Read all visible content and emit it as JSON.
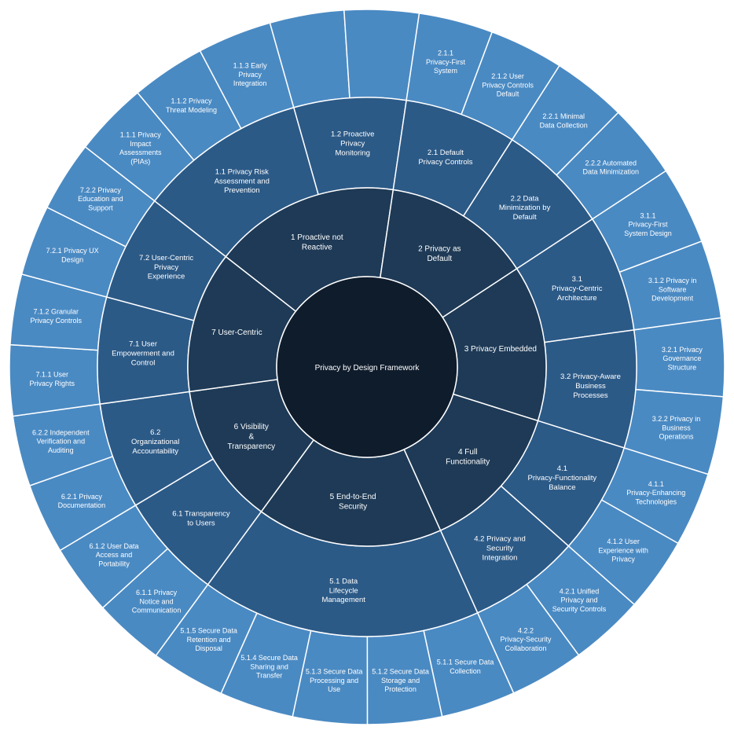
{
  "colors": {
    "center": "#0f1c2c",
    "ring1": "#1e3a56",
    "ring2": "#2c5a87",
    "ring3": "#4a8ac3",
    "stroke": "#ffffff",
    "text": "#ffffff"
  },
  "center": {
    "label": "Privacy by Design Framework"
  },
  "principles": [
    {
      "label": "1 Proactive not Reactive",
      "children": [
        {
          "label": "1.1 Privacy Risk Assessment and Prevention",
          "children": [
            {
              "label": "1.1.1 Privacy Impact Assessments (PIAs)"
            },
            {
              "label": "1.1.2 Privacy Threat Modeling"
            },
            {
              "label": "1.1.3 Early Privacy Integration"
            }
          ]
        },
        {
          "label": "1.2 Proactive Privacy Monitoring",
          "children": [
            {
              "label": ""
            },
            {
              "label": ""
            }
          ]
        }
      ]
    },
    {
      "label": "2 Privacy as Default",
      "children": [
        {
          "label": "2.1 Default Privacy Controls",
          "children": [
            {
              "label": "2.1.1 Privacy-First System"
            },
            {
              "label": "2.1.2 User Privacy Controls Default"
            }
          ]
        },
        {
          "label": "2.2 Data Minimization by Default",
          "children": [
            {
              "label": "2.2.1 Minimal Data Collection"
            },
            {
              "label": "2.2.2 Automated Data Minimization"
            }
          ]
        }
      ]
    },
    {
      "label": "3 Privacy Embedded",
      "children": [
        {
          "label": "3.1 Privacy-Centric Architecture",
          "children": [
            {
              "label": "3.1.1 Privacy-First System Design"
            },
            {
              "label": "3.1.2 Privacy in Software Development"
            }
          ]
        },
        {
          "label": "3.2 Privacy-Aware Business Processes",
          "children": [
            {
              "label": "3.2.1 Privacy Governance Structure"
            },
            {
              "label": "3.2.2 Privacy in Business Operations"
            }
          ]
        }
      ]
    },
    {
      "label": "4 Full Functionality",
      "children": [
        {
          "label": "4.1 Privacy-Functionality Balance",
          "children": [
            {
              "label": "4.1.1 Privacy-Enhancing Technologies"
            },
            {
              "label": "4.1.2 User Experience with Privacy"
            }
          ]
        },
        {
          "label": "4.2 Privacy and Security Integration",
          "children": [
            {
              "label": "4.2.1 Unified Privacy and Security Controls"
            },
            {
              "label": "4.2.2 Privacy-Security Collaboration"
            }
          ]
        }
      ]
    },
    {
      "label": "5 End-to-End Security",
      "children": [
        {
          "label": "5.1 Data Lifecycle Management",
          "children": [
            {
              "label": "5.1.1 Secure Data Collection"
            },
            {
              "label": "5.1.2 Secure Data Storage and Protection"
            },
            {
              "label": "5.1.3 Secure Data Processing and Use"
            },
            {
              "label": "5.1.4 Secure Data Sharing and Transfer"
            },
            {
              "label": "5.1.5 Secure Data Retention and Disposal"
            }
          ]
        }
      ]
    },
    {
      "label": "6 Visibility & Transparency",
      "children": [
        {
          "label": "6.1 Transparency to Users",
          "children": [
            {
              "label": "6.1.1 Privacy Notice and Communication"
            },
            {
              "label": "6.1.2 User Data Access and Portability"
            }
          ]
        },
        {
          "label": "6.2 Organizational Accountability",
          "children": [
            {
              "label": "6.2.1 Privacy Documentation"
            },
            {
              "label": "6.2.2 Independent Verification and Auditing"
            }
          ]
        }
      ]
    },
    {
      "label": "7 User-Centric",
      "children": [
        {
          "label": "7.1 User Empowerment and Control",
          "children": [
            {
              "label": "7.1.1 User Privacy Rights"
            },
            {
              "label": "7.1.2 Granular Privacy Controls"
            }
          ]
        },
        {
          "label": "7.2 User-Centric Privacy Experience",
          "children": [
            {
              "label": "7.2.1 Privacy UX Design"
            },
            {
              "label": "7.2.2 Privacy Education and Support"
            }
          ]
        }
      ]
    }
  ]
}
